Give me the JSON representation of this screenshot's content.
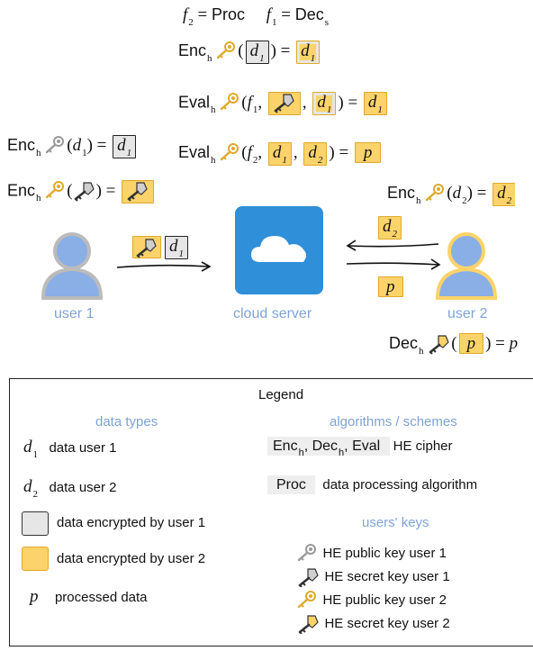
{
  "diagram": {
    "eq_top": {
      "f2": "f",
      "f2_sub": "2",
      "f2_val": "Proc",
      "f1": "f",
      "f1_sub": "1",
      "f1_val": "Dec",
      "f1_val_sub": "s"
    },
    "eq_enc_d1_encrypted": {
      "op": "Enc",
      "op_sub": "h",
      "arg": "d",
      "arg_sub": "1",
      "res": "d",
      "res_sub": "1"
    },
    "eq_eval_f1": {
      "op": "Eval",
      "op_sub": "h",
      "fn": "f",
      "fn_sub": "1",
      "arg": "d",
      "arg_sub": "1",
      "res": "d",
      "res_sub": "1"
    },
    "eq_eval_f2": {
      "op": "Eval",
      "op_sub": "h",
      "fn": "f",
      "fn_sub": "2",
      "a1": "d",
      "a1_sub": "1",
      "a2": "d",
      "a2_sub": "2",
      "res": "p"
    },
    "eq_enc_user1_d1": {
      "op": "Enc",
      "op_sub": "h",
      "arg": "d",
      "arg_sub": "1",
      "res": "d",
      "res_sub": "1"
    },
    "eq_enc_user1_key": {
      "op": "Enc",
      "op_sub": "h"
    },
    "eq_enc_user2_d2": {
      "op": "Enc",
      "op_sub": "h",
      "arg": "d",
      "arg_sub": "2",
      "res": "d",
      "res_sub": "2"
    },
    "eq_dec_user2": {
      "op": "Dec",
      "op_sub": "h",
      "arg": "p",
      "res": "p"
    },
    "arrow_user1": {
      "box": "d",
      "box_sub": "1"
    },
    "arrow_user2_in": {
      "box": "d",
      "box_sub": "2"
    },
    "arrow_user2_out": {
      "box": "p"
    },
    "user1_label": "user 1",
    "server_label": "cloud server",
    "user2_label": "user 2"
  },
  "legend": {
    "title": "Legend",
    "data_types_title": "data types",
    "d1_sym": "d",
    "d1_sub": "1",
    "d1_text": "data user 1",
    "d2_sym": "d",
    "d2_sub": "2",
    "d2_text": "data user 2",
    "enc1_text": "data encrypted by user 1",
    "enc2_text": "data encrypted by user 2",
    "p_sym": "p",
    "p_text": "processed data",
    "algos_title": "algorithms / schemes",
    "he_ops": "Enc",
    "he_ops_sub": "h",
    "he_ops_2": "Dec",
    "he_ops_2_sub": "h",
    "he_ops_3": "Eval",
    "he_cipher_text": "HE cipher",
    "proc_sym": "Proc",
    "proc_text": "data processing algorithm",
    "keys_title": "users' keys",
    "key1_text": "HE public key user 1",
    "key2_text": "HE secret key user 1",
    "key3_text": "HE public key user 2",
    "key4_text": "HE secret key user 2"
  },
  "colors": {
    "user1": "#8aaee6",
    "user2": "#fcd36a",
    "server": "#2f8fd8",
    "accent_blue": "#7fa3d6"
  }
}
